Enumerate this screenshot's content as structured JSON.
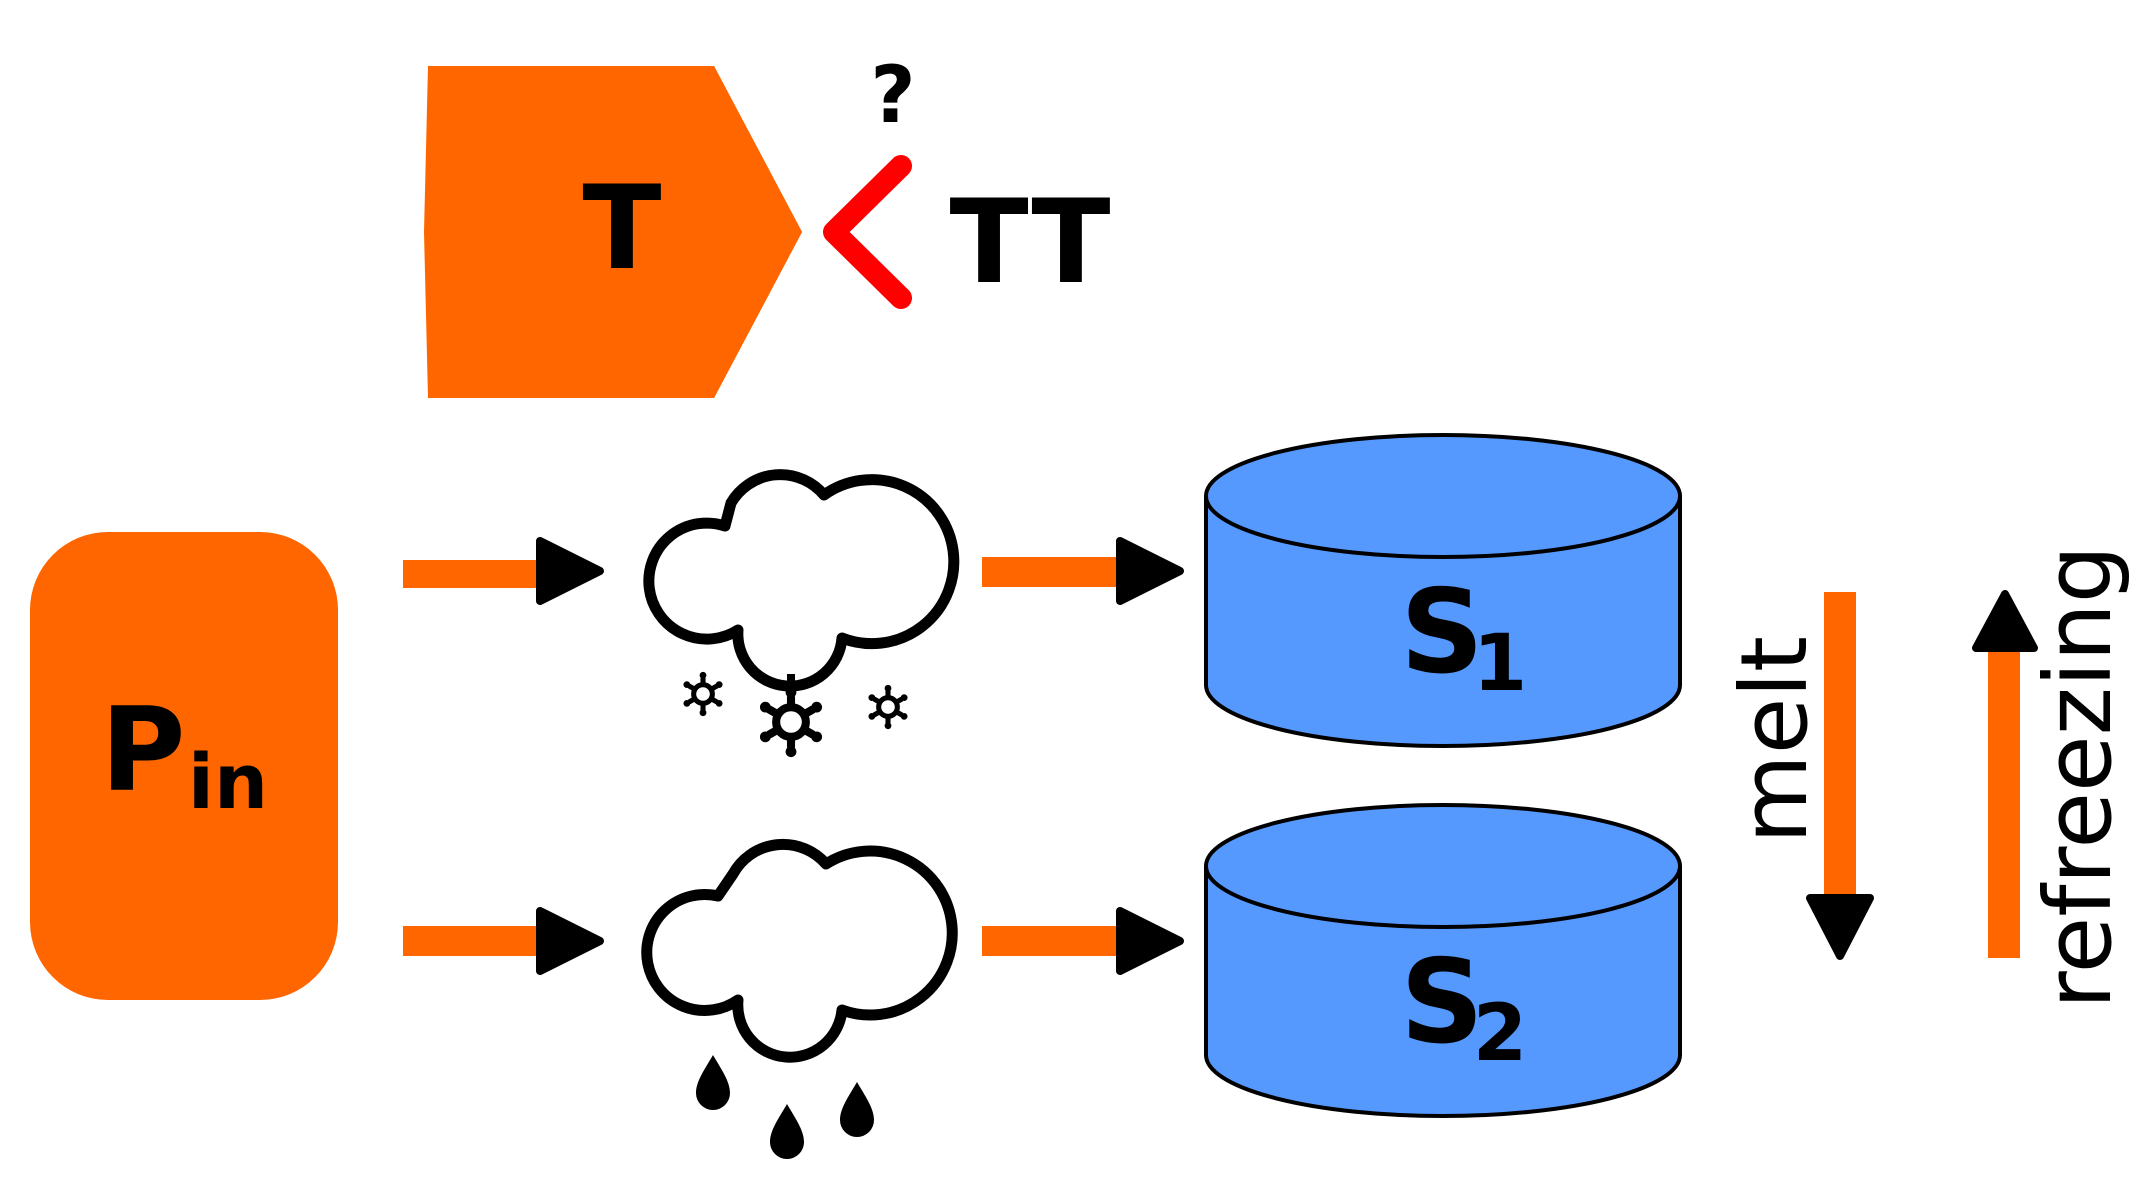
{
  "colors": {
    "orange": "#ff6600",
    "blue": "#5599ff",
    "red": "#ff0000",
    "ink": "#000000"
  },
  "temperature": {
    "label": "T",
    "shape": "hexagon"
  },
  "comparison": {
    "symbol": "less-than",
    "question": "?",
    "threshold": "TT"
  },
  "precipitation": {
    "label": "P",
    "subscript": "in"
  },
  "storages": [
    {
      "label": "S",
      "subscript": "1",
      "precip_icon": "snow-cloud-icon"
    },
    {
      "label": "S",
      "subscript": "2",
      "precip_icon": "rain-cloud-icon"
    }
  ],
  "fluxes": {
    "melt": "melt",
    "refreezing": "refreezing"
  }
}
